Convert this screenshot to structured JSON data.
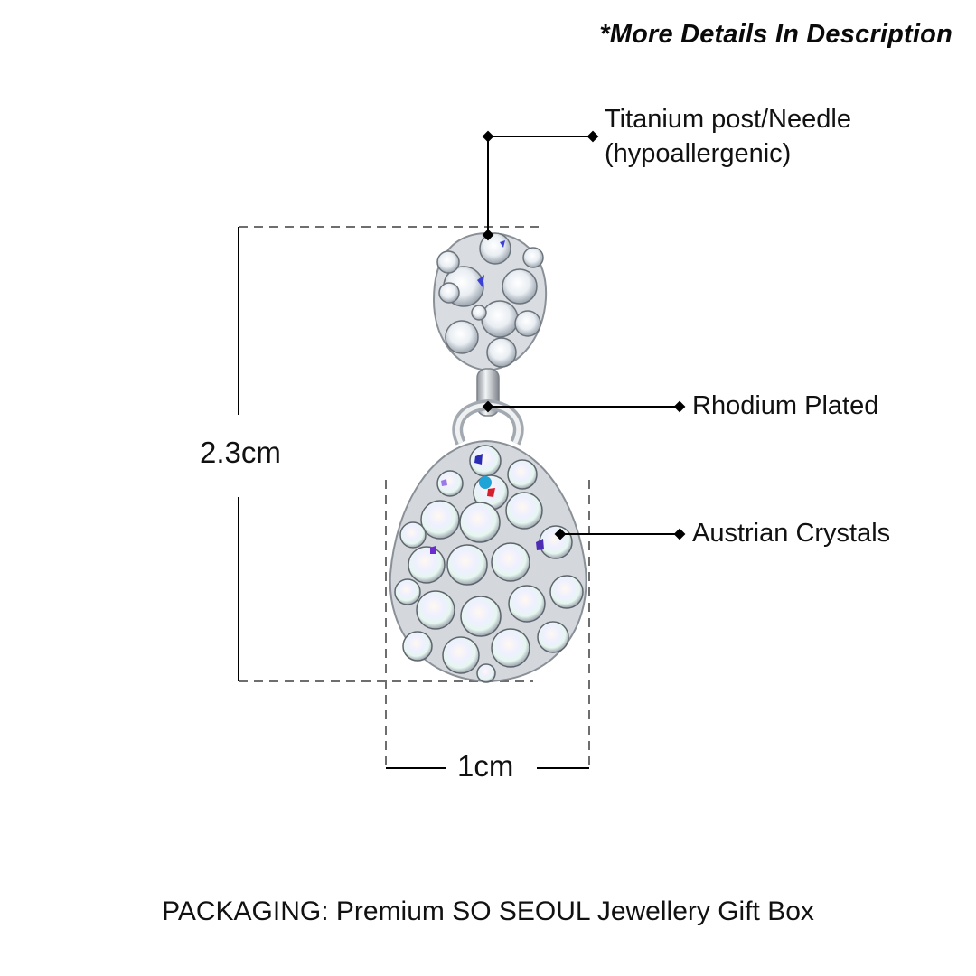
{
  "header": {
    "note": "*More Details In Description"
  },
  "product": {
    "type": "crystal drop earring",
    "image_icon": "earring-icon"
  },
  "callouts": [
    {
      "id": "post",
      "line1": "Titanium post/Needle",
      "line2": "(hypoallergenic)"
    },
    {
      "id": "plating",
      "line1": "Rhodium Plated"
    },
    {
      "id": "crystals",
      "line1": "Austrian Crystals"
    }
  ],
  "dimensions": {
    "height": "2.3cm",
    "width": "1cm"
  },
  "footer": {
    "packaging": "PACKAGING: Premium SO SEOUL Jewellery Gift Box"
  },
  "colors": {
    "line": "#000000",
    "dash": "#6e6e6e",
    "metal": "#c9ccd1",
    "crystal": "#eef2f6"
  }
}
